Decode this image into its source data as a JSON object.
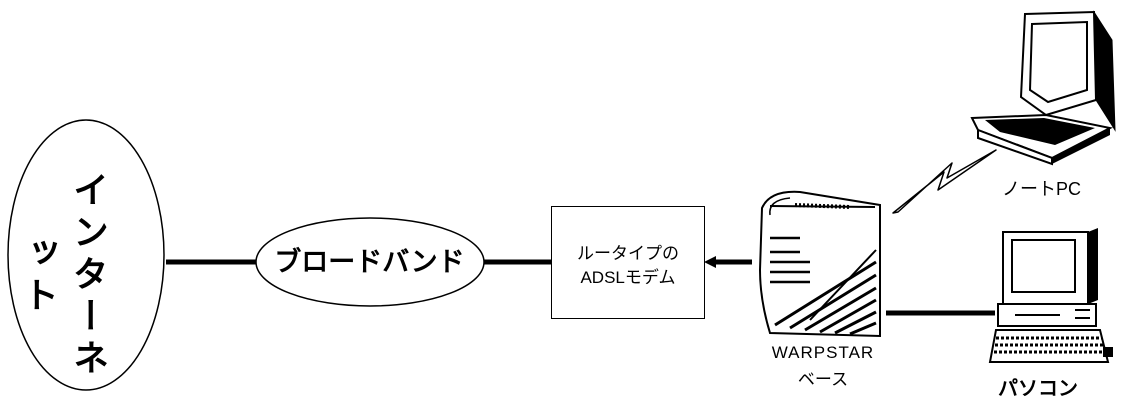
{
  "internet": {
    "label": "インターネット"
  },
  "broadband": {
    "label": "ブロードバンド"
  },
  "modem": {
    "line1": "ルータイプの",
    "line2": "ADSLモデム"
  },
  "warpstar": {
    "line1": "WARPSTAR",
    "line2": "ベース"
  },
  "notebook": {
    "label": "ノートPC"
  },
  "desktop": {
    "label": "パソコン"
  }
}
